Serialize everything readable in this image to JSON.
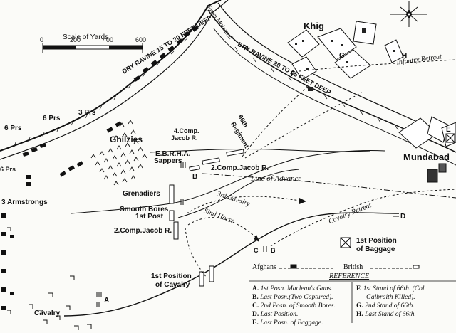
{
  "scale": {
    "title": "Scale of Yards",
    "ticks": [
      "0",
      "200",
      "400",
      "600"
    ]
  },
  "places": {
    "khig": "Khig",
    "mundabad": "Mundabad",
    "ghilzies": "Ghilzies"
  },
  "features": {
    "ravine_left": "DRY RAVINE 15 TO 20 FEET DEEP",
    "ravine_right": "DRY RAVINE 20 TO 25 FEET DEEP",
    "from_maiwand": "From Maiwand",
    "infantry_retreat": "Infantry Retreat",
    "line_of_advance": "Line of Advance",
    "third_cavalry": "3rd Cavalry",
    "sind_horse": "Sind Horse",
    "cavalry_retreat": "Cavalry Retreat"
  },
  "units": {
    "guns_6prs_a": "6 Prs",
    "guns_6prs_b": "6 Prs",
    "guns_3prs": "3 Prs",
    "guns_6prs_c": "6 Prs",
    "armstrongs": "3 Armstrongs",
    "comp_jacob_a": "4.Comp.",
    "comp_jacob_a2": "Jacob R.",
    "regiment_66_a": "66th",
    "regiment_66_b": "Regiment",
    "ebrha": "E.B.R.H.A.",
    "sappers": "Sappers",
    "comp_jacob_b": "2.Comp.Jacob R.",
    "grenadiers": "Grenadiers",
    "smooth_bores": "Smooth Bores",
    "first_post": "1st Post",
    "comp_jacob_c": "2.Comp.Jacob R.",
    "first_cavalry_a": "1st Position",
    "first_cavalry_b": "of Cavalry",
    "cavalry": "Cavalry"
  },
  "letters": {
    "a": "A",
    "b": "B",
    "c": "C",
    "b2": "B",
    "d": "D",
    "e": "E",
    "f": "F",
    "g": "G",
    "h": "H"
  },
  "baggage": {
    "line1": "1st Position",
    "line2": "of Baggage"
  },
  "key": {
    "afghans": "Afghans",
    "british": "British"
  },
  "reference": {
    "title": "REFERENCE",
    "items": [
      {
        "letter": "A.",
        "text": "1st Posn. Maclean's Guns."
      },
      {
        "letter": "B.",
        "text": "Last Posn.(Two Captured)."
      },
      {
        "letter": "C.",
        "text": "2nd Posn. of Smooth Bores."
      },
      {
        "letter": "D.",
        "text": "Last Position."
      },
      {
        "letter": "E.",
        "text": "Last Posn. of Baggage."
      },
      {
        "letter": "F.",
        "text": "1st Stand of 66th. (Col."
      },
      {
        "letter": "",
        "text": "Galbraith Killed)."
      },
      {
        "letter": "G.",
        "text": "2nd Stand of 66th."
      },
      {
        "letter": "H.",
        "text": "Last Stand of 66th."
      }
    ]
  }
}
